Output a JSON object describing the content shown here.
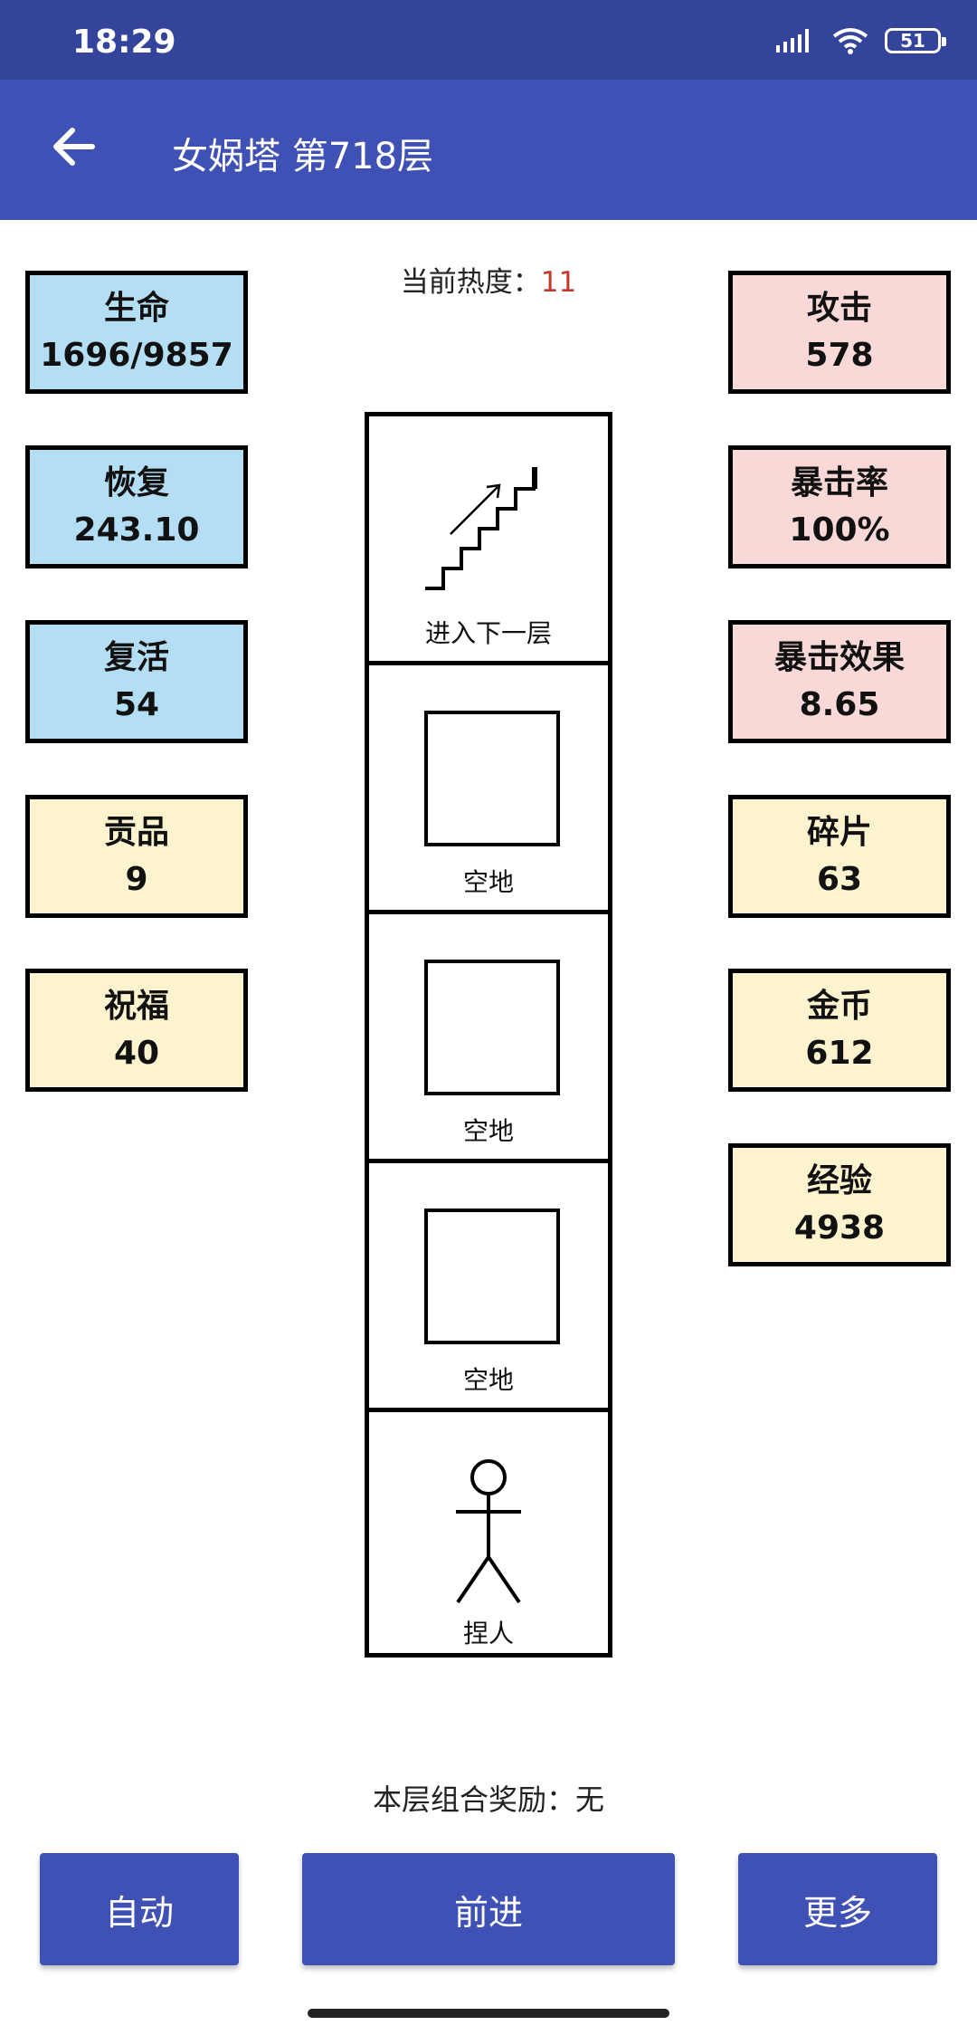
{
  "status_bar": {
    "time": "18:29",
    "battery": "51"
  },
  "app_bar": {
    "title": "女娲塔 第718层",
    "back_icon": "arrow-left-icon"
  },
  "heat": {
    "label": "当前热度：",
    "value": "11"
  },
  "left_stats": [
    {
      "label": "生命",
      "value": "1696/9857"
    },
    {
      "label": "恢复",
      "value": "243.10"
    },
    {
      "label": "复活",
      "value": "54"
    },
    {
      "label": "贡品",
      "value": "9"
    },
    {
      "label": "祝福",
      "value": "40"
    }
  ],
  "right_stats": [
    {
      "label": "攻击",
      "value": "578"
    },
    {
      "label": "暴击率",
      "value": "100%"
    },
    {
      "label": "暴击效果",
      "value": "8.65"
    },
    {
      "label": "碎片",
      "value": "63"
    },
    {
      "label": "金币",
      "value": "612"
    },
    {
      "label": "经验",
      "value": "4938"
    }
  ],
  "tower": [
    {
      "label": "进入下一层",
      "icon": "stairs-icon"
    },
    {
      "label": "空地",
      "icon": "empty-square-icon"
    },
    {
      "label": "空地",
      "icon": "empty-square-icon"
    },
    {
      "label": "空地",
      "icon": "empty-square-icon"
    },
    {
      "label": "捏人",
      "icon": "stick-figure-icon"
    }
  ],
  "combo_reward": "本层组合奖励：无",
  "buttons": {
    "auto": "自动",
    "forward": "前进",
    "more": "更多"
  },
  "colors": {
    "primary": "#3f51b5",
    "status_bar": "#33449a",
    "blue_card": "#b3def3",
    "pink_card": "#f9d9d7",
    "yellow_card": "#fdf3cf",
    "heat_value": "#c0392b"
  }
}
